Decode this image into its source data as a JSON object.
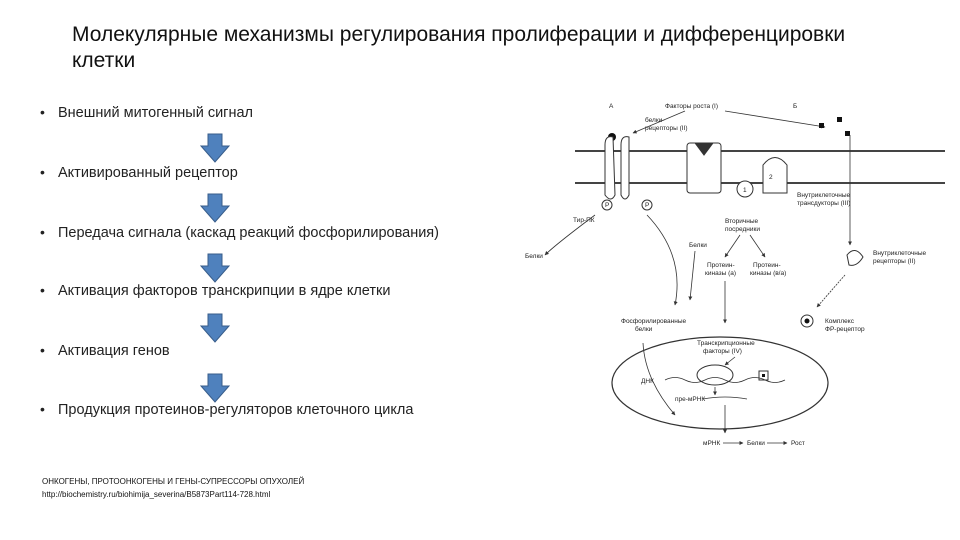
{
  "title": "Молекулярные механизмы регулирования пролиферации и дифференцировки клетки",
  "bullets": [
    "Внешний митогенный сигнал",
    "Активированный рецептор",
    "Передача сигнала (каскад реакций фосфорилирования)",
    "Активация факторов транскрипции в ядре клетки",
    "Активация генов",
    "Продукция протеинов-регуляторов клеточного цикла"
  ],
  "footer": {
    "line1": "ОНКОГЕНЫ, ПРОТООНКОГЕНЫ И ГЕНЫ-СУПРЕССОРЫ ОПУХОЛЕЙ",
    "line2": "http://biochemistry.ru/biohimija_severina/B5873Part114-728.html"
  },
  "colors": {
    "arrow_fill": "#4f81bd",
    "arrow_stroke": "#385d8a"
  },
  "diagram": {
    "label_a": "А",
    "label_b": "Б",
    "growth_factors": "Факторы роста (I)",
    "receptor_proteins_1": "белки-",
    "receptor_proteins_2": "рецепторы (II)",
    "p_left": "P",
    "p_right": "P",
    "tyr_pk": "Тир-ПК",
    "num_1": "1",
    "num_2": "2",
    "intracellular_transducers_1": "Внутриклеточные",
    "intracellular_transducers_2": "трансдукторы (III)",
    "secondary_messengers_1": "Вторичные",
    "secondary_messengers_2": "посредники",
    "proteins_left": "Белки",
    "proteins_mid": "Белки",
    "protein_kinases_a_1": "Протеин-",
    "protein_kinases_a_2": "киназы (а)",
    "protein_kinases_b_1": "Протеин-",
    "protein_kinases_b_2": "киназы (в/а)",
    "intracellular_receptors_1": "Внутриклеточные",
    "intracellular_receptors_2": "рецепторы (II)",
    "phospho_proteins_1": "Фосфорилированные",
    "phospho_proteins_2": "белки",
    "complex_1": "Комплекс",
    "complex_2": "ФР-рецептор",
    "transcription_factors_1": "Транскрипционные",
    "transcription_factors_2": "факторы (IV)",
    "dna": "ДНК",
    "pre_mrna": "пре-мРНК",
    "mrna": "мРНК",
    "proteins_bottom": "Белки",
    "growth": "Рост"
  }
}
